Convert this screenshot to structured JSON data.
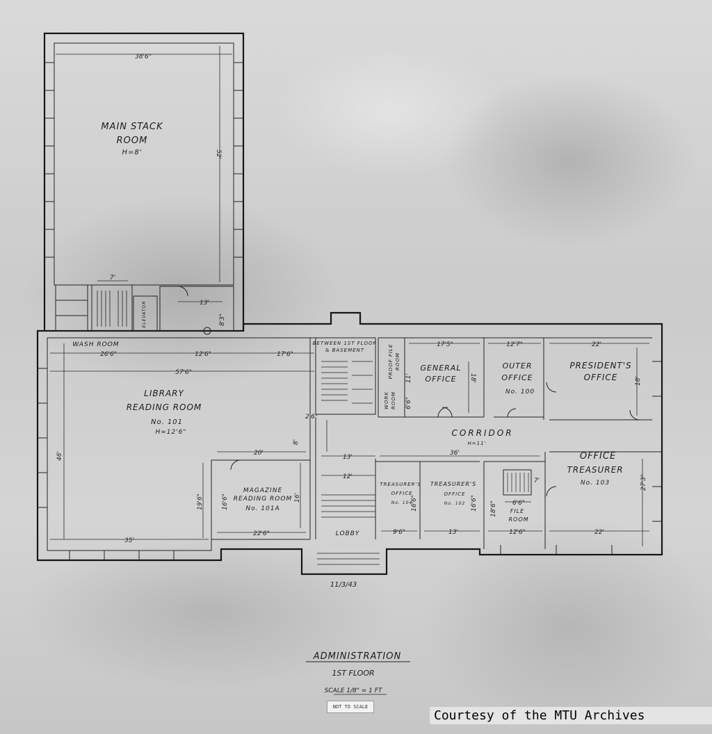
{
  "rooms": {
    "main_stack": [
      "MAIN STACK",
      "ROOM",
      "H=8'"
    ],
    "wash_room": "WASH ROOM",
    "elevator": "ELEVATOR",
    "library": [
      "LIBRARY",
      "READING ROOM",
      "No. 101",
      "H=12'6\""
    ],
    "magazine": [
      "MAGAZINE",
      "READING ROOM",
      "No. 101A"
    ],
    "between_floor": [
      "BETWEEN 1ST FLOOR",
      "& BASEMENT"
    ],
    "proof_file": [
      "PROOF FILE",
      "ROOM"
    ],
    "work_room": [
      "WORK",
      "ROOM"
    ],
    "general_office": [
      "GENERAL",
      "OFFICE"
    ],
    "outer_office": [
      "OUTER",
      "OFFICE",
      "No. 100"
    ],
    "presidents_office": [
      "PRESIDENT'S",
      "OFFICE"
    ],
    "corridor": [
      "CORRIDOR",
      "H=11'"
    ],
    "office_treasurer": [
      "OFFICE",
      "TREASURER",
      "No. 103"
    ],
    "treasurers_office_104": [
      "TREASURER'S",
      "OFFICE",
      "No. 104"
    ],
    "treasurers_office_102": [
      "TREASURER'S",
      "OFFICE",
      "No. 102"
    ],
    "file_room": [
      "FILE",
      "ROOM"
    ],
    "lobby": "LOBBY"
  },
  "dimensions": {
    "stack_width": "38'6\"",
    "stack_length": "52'",
    "stair_width": "7'",
    "wash_26_6": "26'6\"",
    "d_12_6": "12'6\"",
    "d_17_6": "17'6\"",
    "d_57_6": "57'6\"",
    "d_13_top": "13'",
    "d_8_3": "8'3\"",
    "library_depth": "46'",
    "mag_20": "20'",
    "mag_19_6": "19'6\"",
    "mag_16_6": "16'6\"",
    "mag_16": "16'",
    "mag_22_6": "22'6\"",
    "lib_35": "35'",
    "d_2_6": "2'6\"",
    "d_8": "8'",
    "d_13_mid": "13'",
    "d_12": "12'",
    "d_17_5": "17'5\"",
    "d_12_7": "12'7\"",
    "d_22_top": "22'",
    "d_18": "18'",
    "d_18_pres": "18'",
    "d_36": "36'",
    "d_27_3": "27'3\"",
    "d_9_6": "9'6\"",
    "d_13_low": "13'",
    "d_12_6_file": "12'6\"",
    "d_22_low": "22'",
    "d_6_6": "6'6\"",
    "d_7": "7'",
    "d_16_6_a": "16'6\"",
    "d_16_6_b": "16'6\"",
    "d_18_6": "18'6\"",
    "d_11": "11'",
    "d_6_6b": "6'6\""
  },
  "date": "11/3/43",
  "title_block": {
    "title": "ADMINISTRATION",
    "floor": "1ST FLOOR",
    "scale": "SCALE 1/8\" = 1 FT",
    "stamp": "NOT TO SCALE"
  },
  "credit": "Courtesy of the MTU Archives"
}
